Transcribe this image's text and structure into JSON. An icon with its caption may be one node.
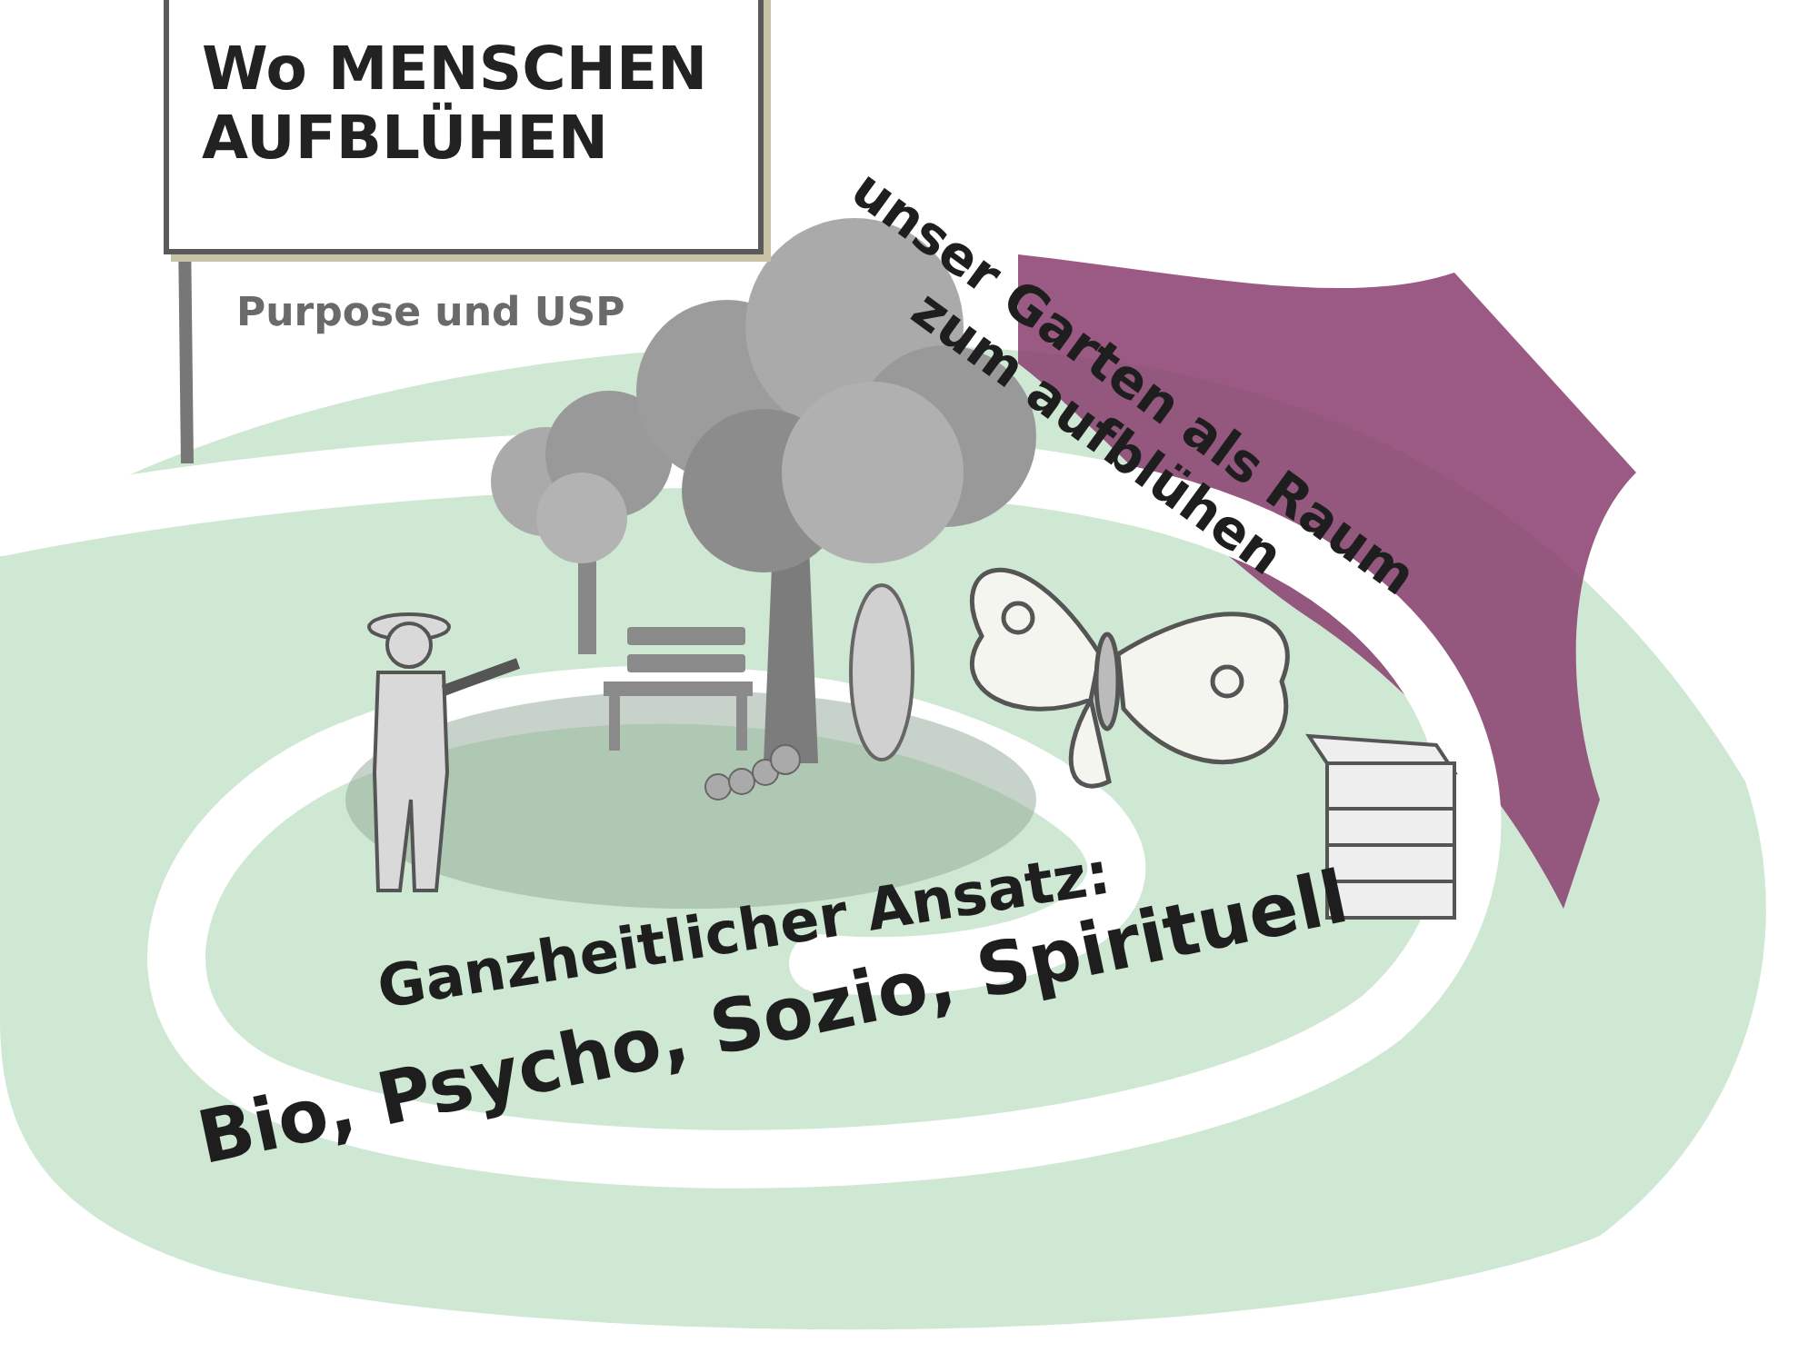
{
  "diagram": {
    "nodes": [
      {
        "text": [
          "Wo MENSCHEN AUFBLÜHEN"
        ]
      }
    ],
    "edges": [],
    "labels": [
      "Purpose und USP",
      "unser Garten als Raum zum aufblühen",
      "Ganzheitlicher Ansatz:",
      "Bio, Psycho, Sozio, Spirituell"
    ]
  }
}
